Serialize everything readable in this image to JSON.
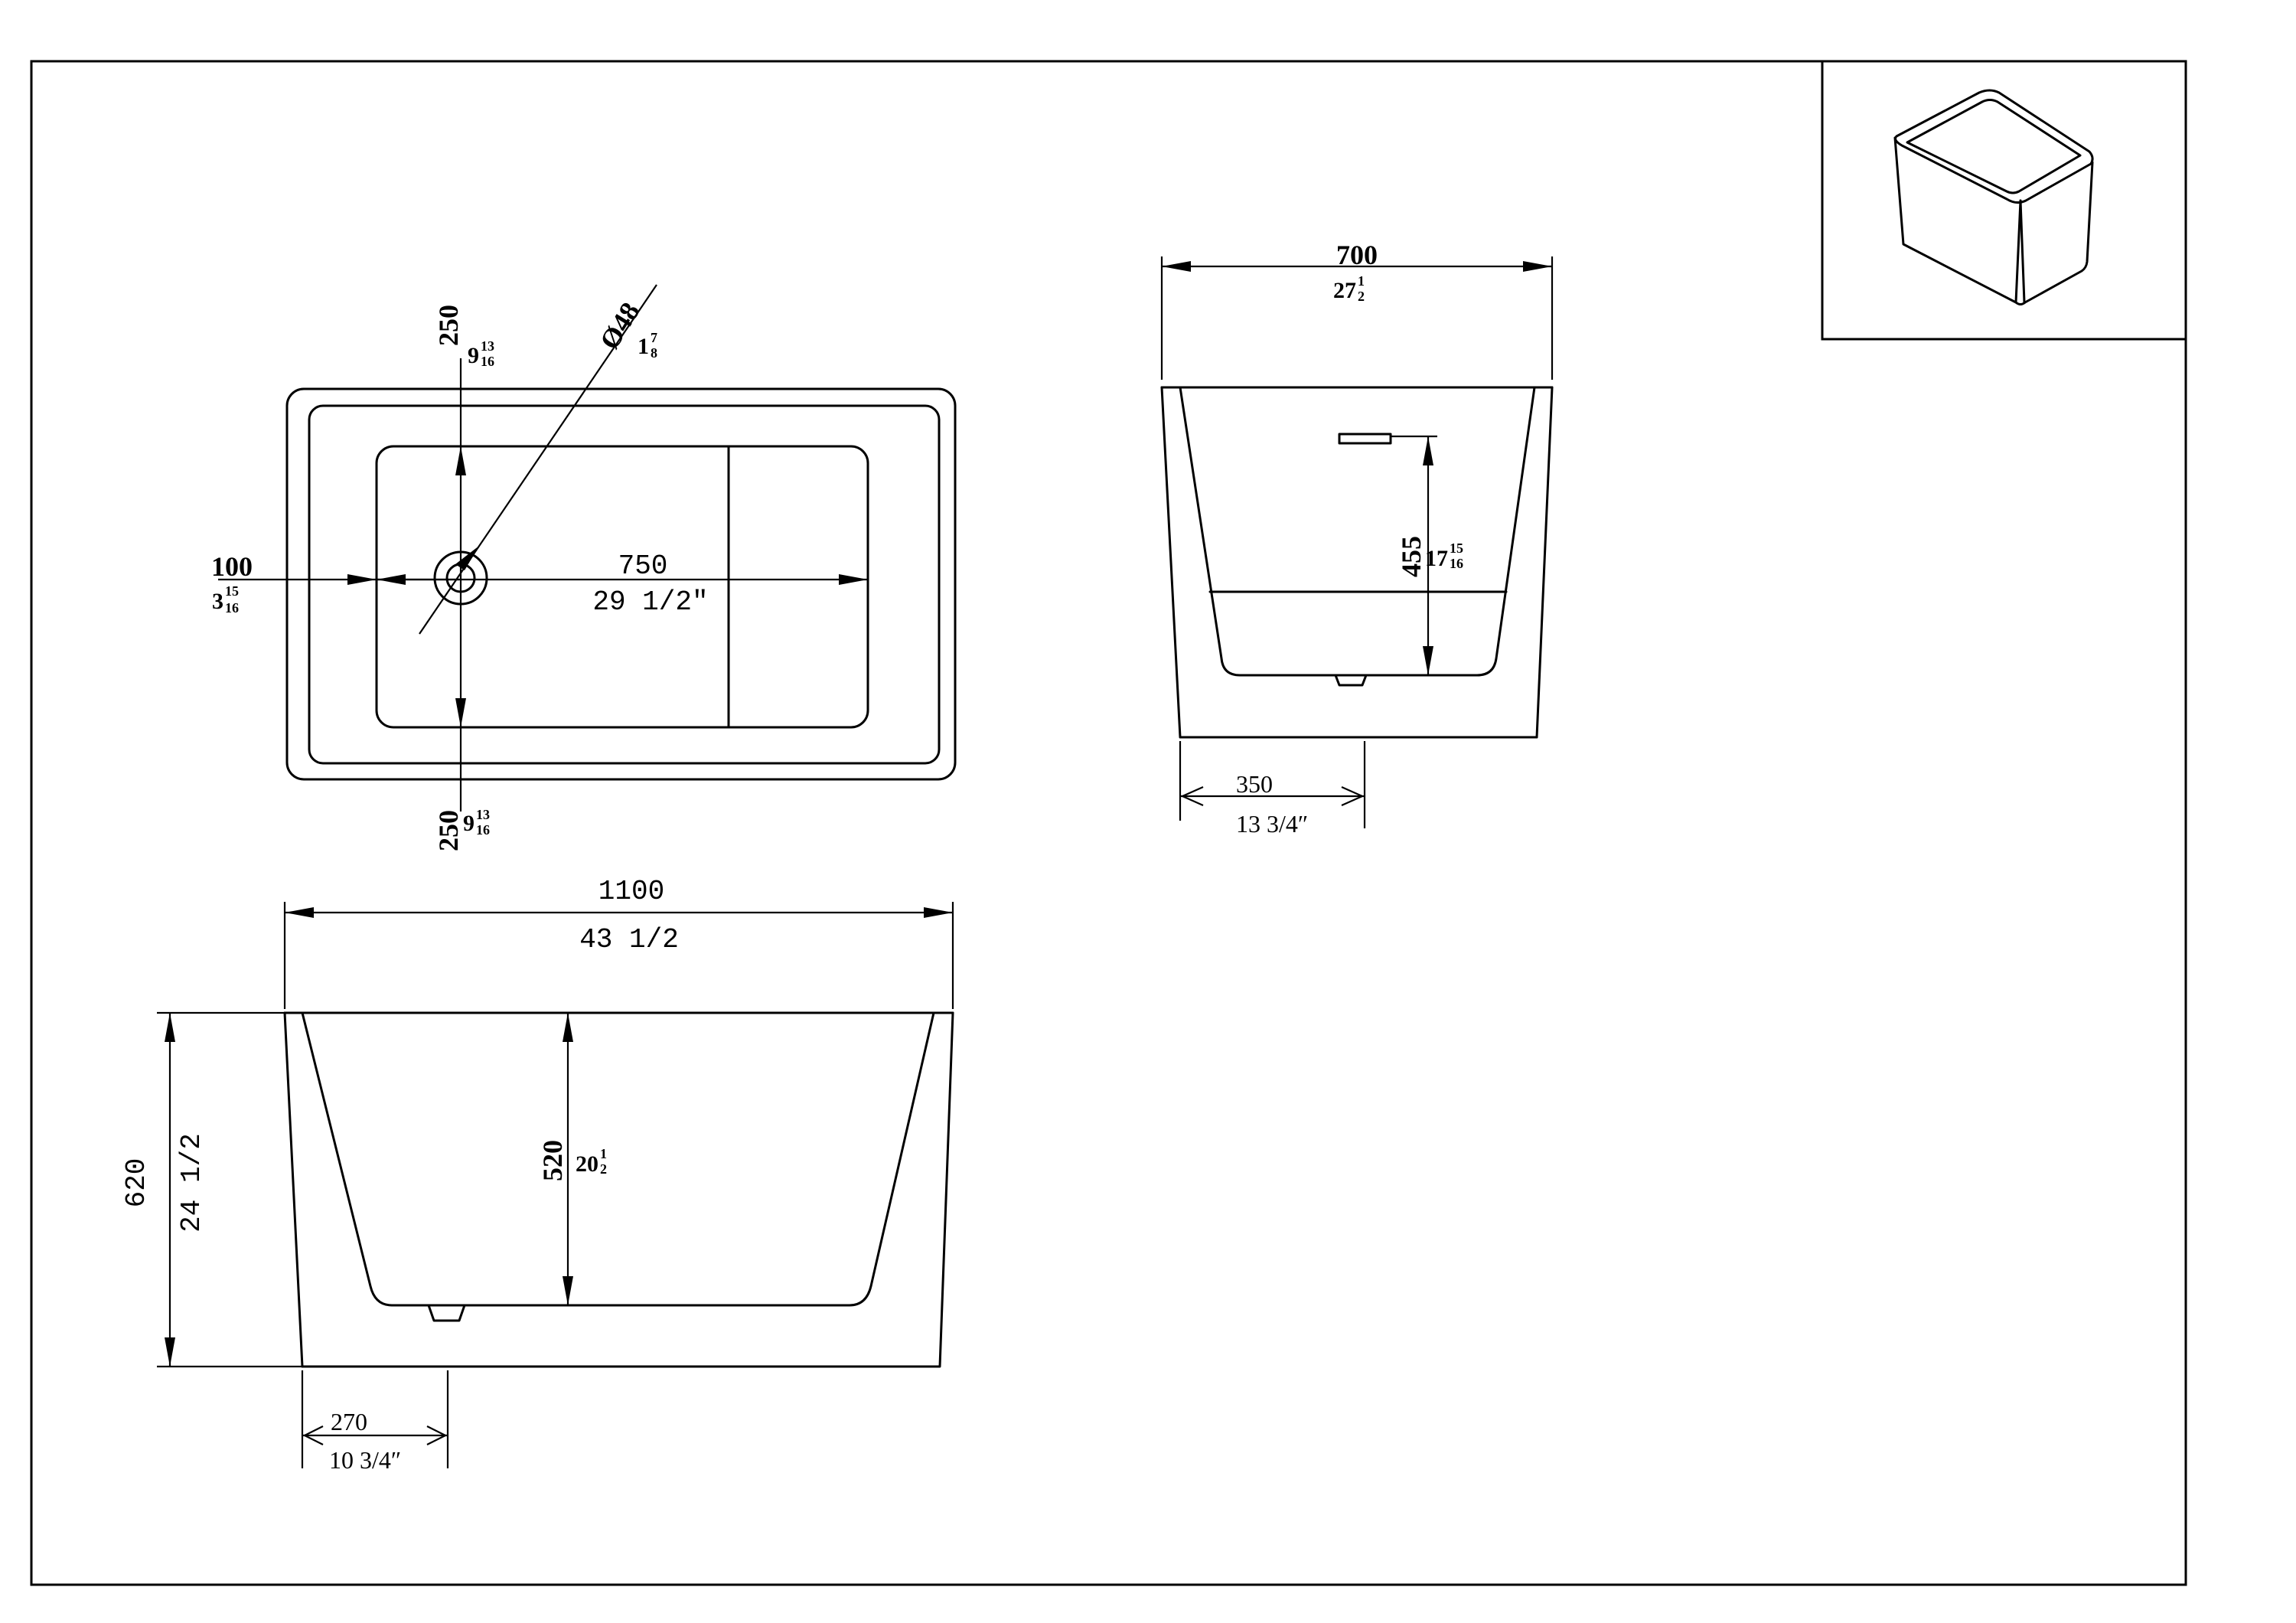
{
  "top_view": {
    "len_mm": "750",
    "len_in": "29 1/2\"",
    "left_mm": "100",
    "left_in_whole": "3",
    "left_in_num": "15",
    "left_in_den": "16",
    "top_mm": "250",
    "top_in_whole": "9",
    "top_in_num": "13",
    "top_in_den": "16",
    "bottom_mm": "250",
    "bottom_in_whole": "9",
    "bottom_in_num": "13",
    "bottom_in_den": "16",
    "drain_mm": "Ø48",
    "drain_in_whole": "1",
    "drain_in_num": "7",
    "drain_in_den": "8"
  },
  "end_view": {
    "width_mm": "700",
    "width_in_whole": "27",
    "width_in_num": "1",
    "width_in_den": "2",
    "depth_mm": "455",
    "depth_in_whole": "17",
    "depth_in_num": "15",
    "depth_in_den": "16",
    "drain_mm": "350",
    "drain_in": "13 3/4″"
  },
  "side_view": {
    "length_mm": "1100",
    "length_in": "43 1/2",
    "height_mm": "620",
    "height_in": "24 1/2",
    "inner_mm": "520",
    "inner_in_whole": "20",
    "inner_in_num": "1",
    "inner_in_den": "2",
    "drain_mm": "270",
    "drain_in": "10 3/4″"
  }
}
